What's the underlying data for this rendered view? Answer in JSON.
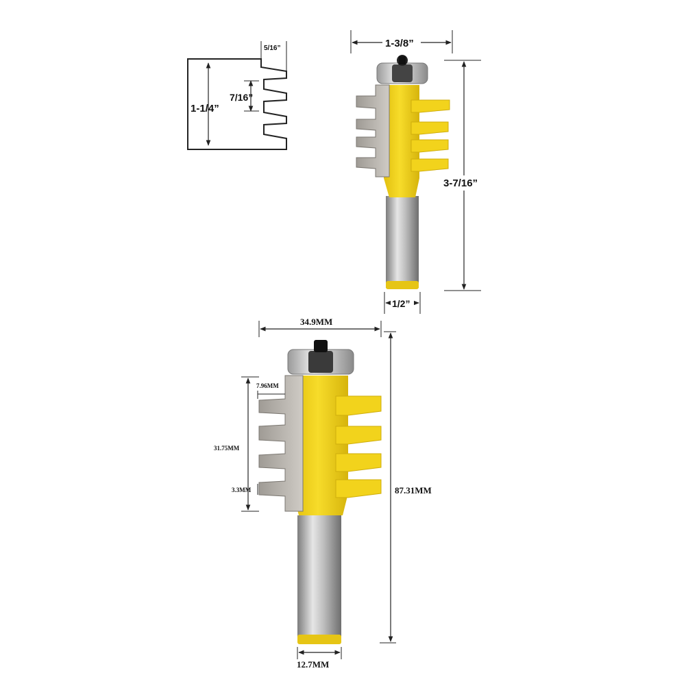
{
  "colors": {
    "yellow": "#f2d31c",
    "yellow_shade": "#d9b70f",
    "steel_light": "#d8d8d8",
    "steel_dark": "#8a8a8a",
    "carbide": "#b0aca6",
    "line": "#222222"
  },
  "profile": {
    "finger_width": "5/16”",
    "finger_spacing": "7/16”",
    "cut_height": "1-1/4”"
  },
  "imperial": {
    "overall_diameter": "1-3/8”",
    "overall_length": "3-7/16”",
    "shank_diameter": "1/2”"
  },
  "metric": {
    "overall_diameter": "34.9MM",
    "finger_width": "7.96MM",
    "cut_height": "31.75MM",
    "gap": "3.3MM",
    "overall_length": "87.31MM",
    "shank_diameter": "12.7MM"
  }
}
